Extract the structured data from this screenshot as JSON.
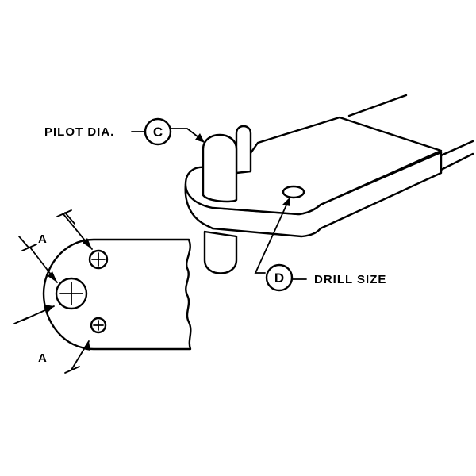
{
  "labels": {
    "pilot_dia": "PILOT DIA.",
    "drill_size": "DRILL SIZE",
    "callout_c": "C",
    "callout_d": "D",
    "dim_a_top": "A",
    "dim_a_bottom": "A"
  },
  "colors": {
    "ink": "#000000",
    "paper": "#ffffff"
  }
}
